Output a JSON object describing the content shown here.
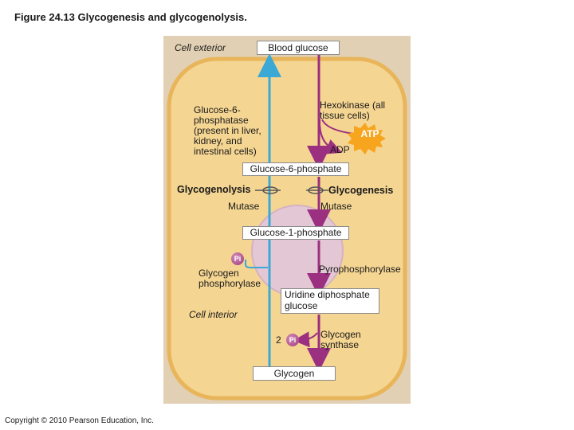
{
  "figure": {
    "title": "Figure 24.13  Glycogenesis and glycogenolysis.",
    "copyright": "Copyright © 2010 Pearson Education, Inc."
  },
  "regions": {
    "cell_exterior": "Cell exterior",
    "cell_interior": "Cell interior"
  },
  "molecules": {
    "blood_glucose": "Blood glucose",
    "glucose_6_phosphate": "Glucose-6-phosphate",
    "glucose_1_phosphate": "Glucose-1-phosphate",
    "udp_glucose": "Uridine diphosphate glucose",
    "glycogen": "Glycogen",
    "atp": "ATP",
    "adp": "ADP",
    "pi": "Pi",
    "two_pi_coefficient": "2"
  },
  "enzymes": {
    "glucose_6_phosphatase": "Glucose-6-phosphatase (present in liver, kidney, and intestinal cells)",
    "hexokinase": "Hexokinase (all tissue cells)",
    "mutase_left": "Mutase",
    "mutase_right": "Mutase",
    "glycogen_phosphorylase": "Glycogen phosphorylase",
    "pyrophosphorylase": "Pyrophosphorylase",
    "glycogen_synthase": "Glycogen synthase"
  },
  "pathways": {
    "glycogenolysis": "Glycogenolysis",
    "glycogenesis": "Glycogenesis"
  },
  "colors": {
    "cell_background": "#e2d0b4",
    "cell_fill": "#f5d592",
    "membrane": "#e8b55a",
    "nucleus": "#e3c7d4",
    "glycogenolysis_arrow": "#3aa9d6",
    "glycogenesis_arrow": "#9b2f80",
    "atp_burst": "#f7a51e"
  }
}
